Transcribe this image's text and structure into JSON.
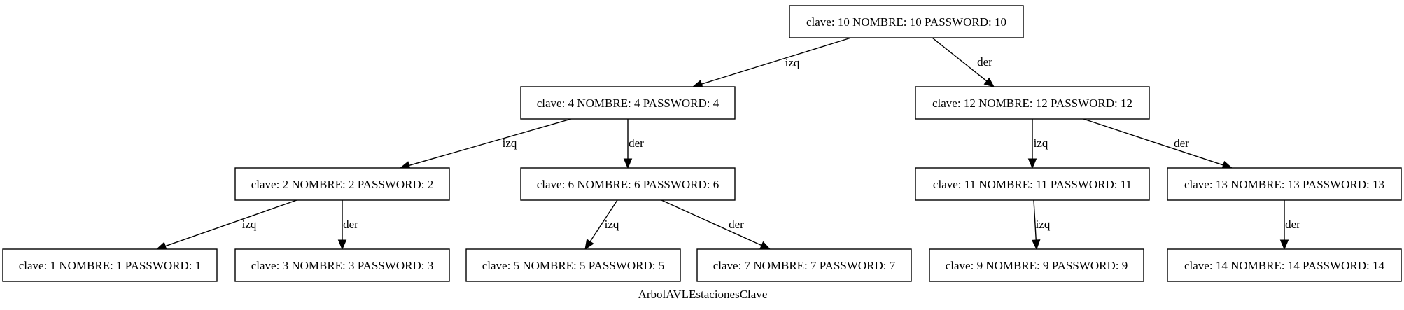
{
  "graph": {
    "caption": "ArbolAVLEstacionesClave",
    "colors": {
      "background": "#ffffff",
      "stroke": "#000000",
      "text": "#000000"
    },
    "nodes": [
      {
        "id": "n10",
        "label": "clave: 10 NOMBRE: 10 PASSWORD: 10"
      },
      {
        "id": "n4",
        "label": "clave: 4 NOMBRE: 4 PASSWORD: 4"
      },
      {
        "id": "n12",
        "label": "clave: 12 NOMBRE: 12 PASSWORD: 12"
      },
      {
        "id": "n2",
        "label": "clave: 2 NOMBRE: 2 PASSWORD: 2"
      },
      {
        "id": "n6",
        "label": "clave: 6 NOMBRE: 6 PASSWORD: 6"
      },
      {
        "id": "n11",
        "label": "clave: 11 NOMBRE: 11 PASSWORD: 11"
      },
      {
        "id": "n13",
        "label": "clave: 13 NOMBRE: 13 PASSWORD: 13"
      },
      {
        "id": "n1",
        "label": "clave: 1 NOMBRE: 1 PASSWORD: 1"
      },
      {
        "id": "n3",
        "label": "clave: 3 NOMBRE: 3 PASSWORD: 3"
      },
      {
        "id": "n5",
        "label": "clave: 5 NOMBRE: 5 PASSWORD: 5"
      },
      {
        "id": "n7",
        "label": "clave: 7 NOMBRE: 7 PASSWORD: 7"
      },
      {
        "id": "n9",
        "label": "clave: 9 NOMBRE: 9 PASSWORD: 9"
      },
      {
        "id": "n14",
        "label": "clave: 14 NOMBRE: 14 PASSWORD: 14"
      }
    ],
    "edges": [
      {
        "from": "n10",
        "to": "n4",
        "label": "izq"
      },
      {
        "from": "n10",
        "to": "n12",
        "label": "der"
      },
      {
        "from": "n4",
        "to": "n2",
        "label": "izq"
      },
      {
        "from": "n4",
        "to": "n6",
        "label": "der"
      },
      {
        "from": "n12",
        "to": "n11",
        "label": "izq"
      },
      {
        "from": "n12",
        "to": "n13",
        "label": "der"
      },
      {
        "from": "n2",
        "to": "n1",
        "label": "izq"
      },
      {
        "from": "n2",
        "to": "n3",
        "label": "der"
      },
      {
        "from": "n6",
        "to": "n5",
        "label": "izq"
      },
      {
        "from": "n6",
        "to": "n7",
        "label": "der"
      },
      {
        "from": "n11",
        "to": "n9",
        "label": "izq"
      },
      {
        "from": "n13",
        "to": "n14",
        "label": "der"
      }
    ]
  }
}
